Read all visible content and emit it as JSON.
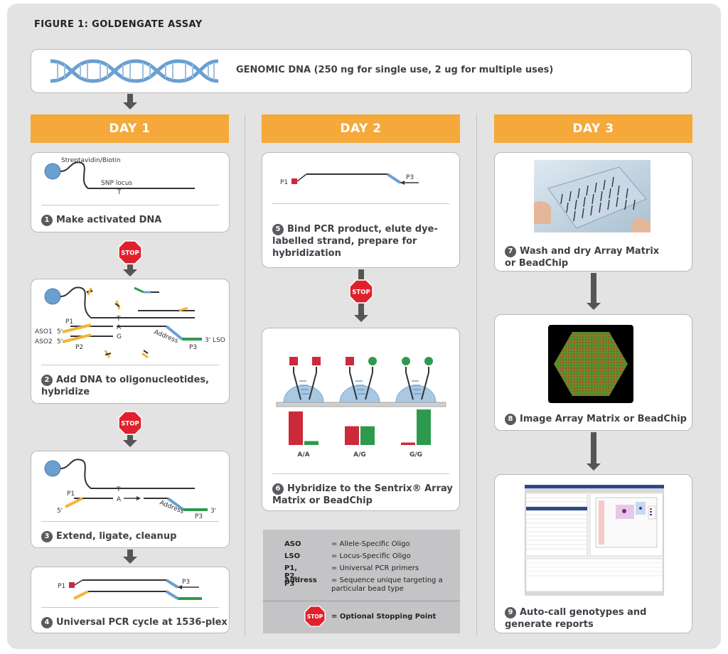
{
  "figure_title": "FIGURE 1: GOLDENGATE ASSAY",
  "genomic_dna": "GENOMIC DNA (250 ng for single use, 2 ug for multiple uses)",
  "days": [
    "DAY 1",
    "DAY 2",
    "DAY 3"
  ],
  "steps": [
    {
      "n": "1",
      "text": "Make activated DNA"
    },
    {
      "n": "2",
      "text": "Add DNA to oligonucleotides, hybridize"
    },
    {
      "n": "3",
      "text": "Extend, ligate, cleanup"
    },
    {
      "n": "4",
      "text": "Universal PCR cycle at 1536-plex"
    },
    {
      "n": "5",
      "text": "Bind PCR product, elute dye-labelled strand, prepare for hybridization"
    },
    {
      "n": "6",
      "text": "Hybridize to the Sentrix® Array Matrix or BeadChip"
    },
    {
      "n": "7",
      "text": "Wash and dry Array Matrix or BeadChip"
    },
    {
      "n": "8",
      "text": "Image Array Matrix or BeadChip"
    },
    {
      "n": "9",
      "text": "Auto-call genotypes and generate reports"
    }
  ],
  "diagram_labels": {
    "streptavidin": "Streptavidin/Biotin",
    "snp_locus": "SNP locus",
    "T": "T",
    "A": "A",
    "G": "G",
    "P1": "P1",
    "P2": "P2",
    "P3": "P3",
    "ASO1": "ASO1",
    "ASO2": "ASO2",
    "five_prime": "5'",
    "three_prime": "3'",
    "three_lso": "3' LSO",
    "address": "Address"
  },
  "stop_label": "STOP",
  "genotypes": [
    {
      "label": "A/A",
      "red": 0.68,
      "green": 0.08
    },
    {
      "label": "A/G",
      "red": 0.38,
      "green": 0.38
    },
    {
      "label": "G/G",
      "red": 0.05,
      "green": 0.72
    }
  ],
  "legend": {
    "rows": [
      {
        "key": "ASO",
        "value": "= Allele-Specific Oligo"
      },
      {
        "key": "LSO",
        "value": "= Locus-Specific Oligo"
      },
      {
        "key": "P1, P2, P3",
        "value": "= Universal PCR primers"
      },
      {
        "key": "Address",
        "value": "= Sequence unique targeting a particular bead type"
      }
    ],
    "stop_text": "= Optional Stopping Point"
  },
  "colors": {
    "orange": "#f4a93a",
    "blue": "#6a9fd0",
    "green": "#2e9a4e",
    "red": "#cc2a3a",
    "yellow": "#f2b632",
    "stop": "#e0202c"
  }
}
